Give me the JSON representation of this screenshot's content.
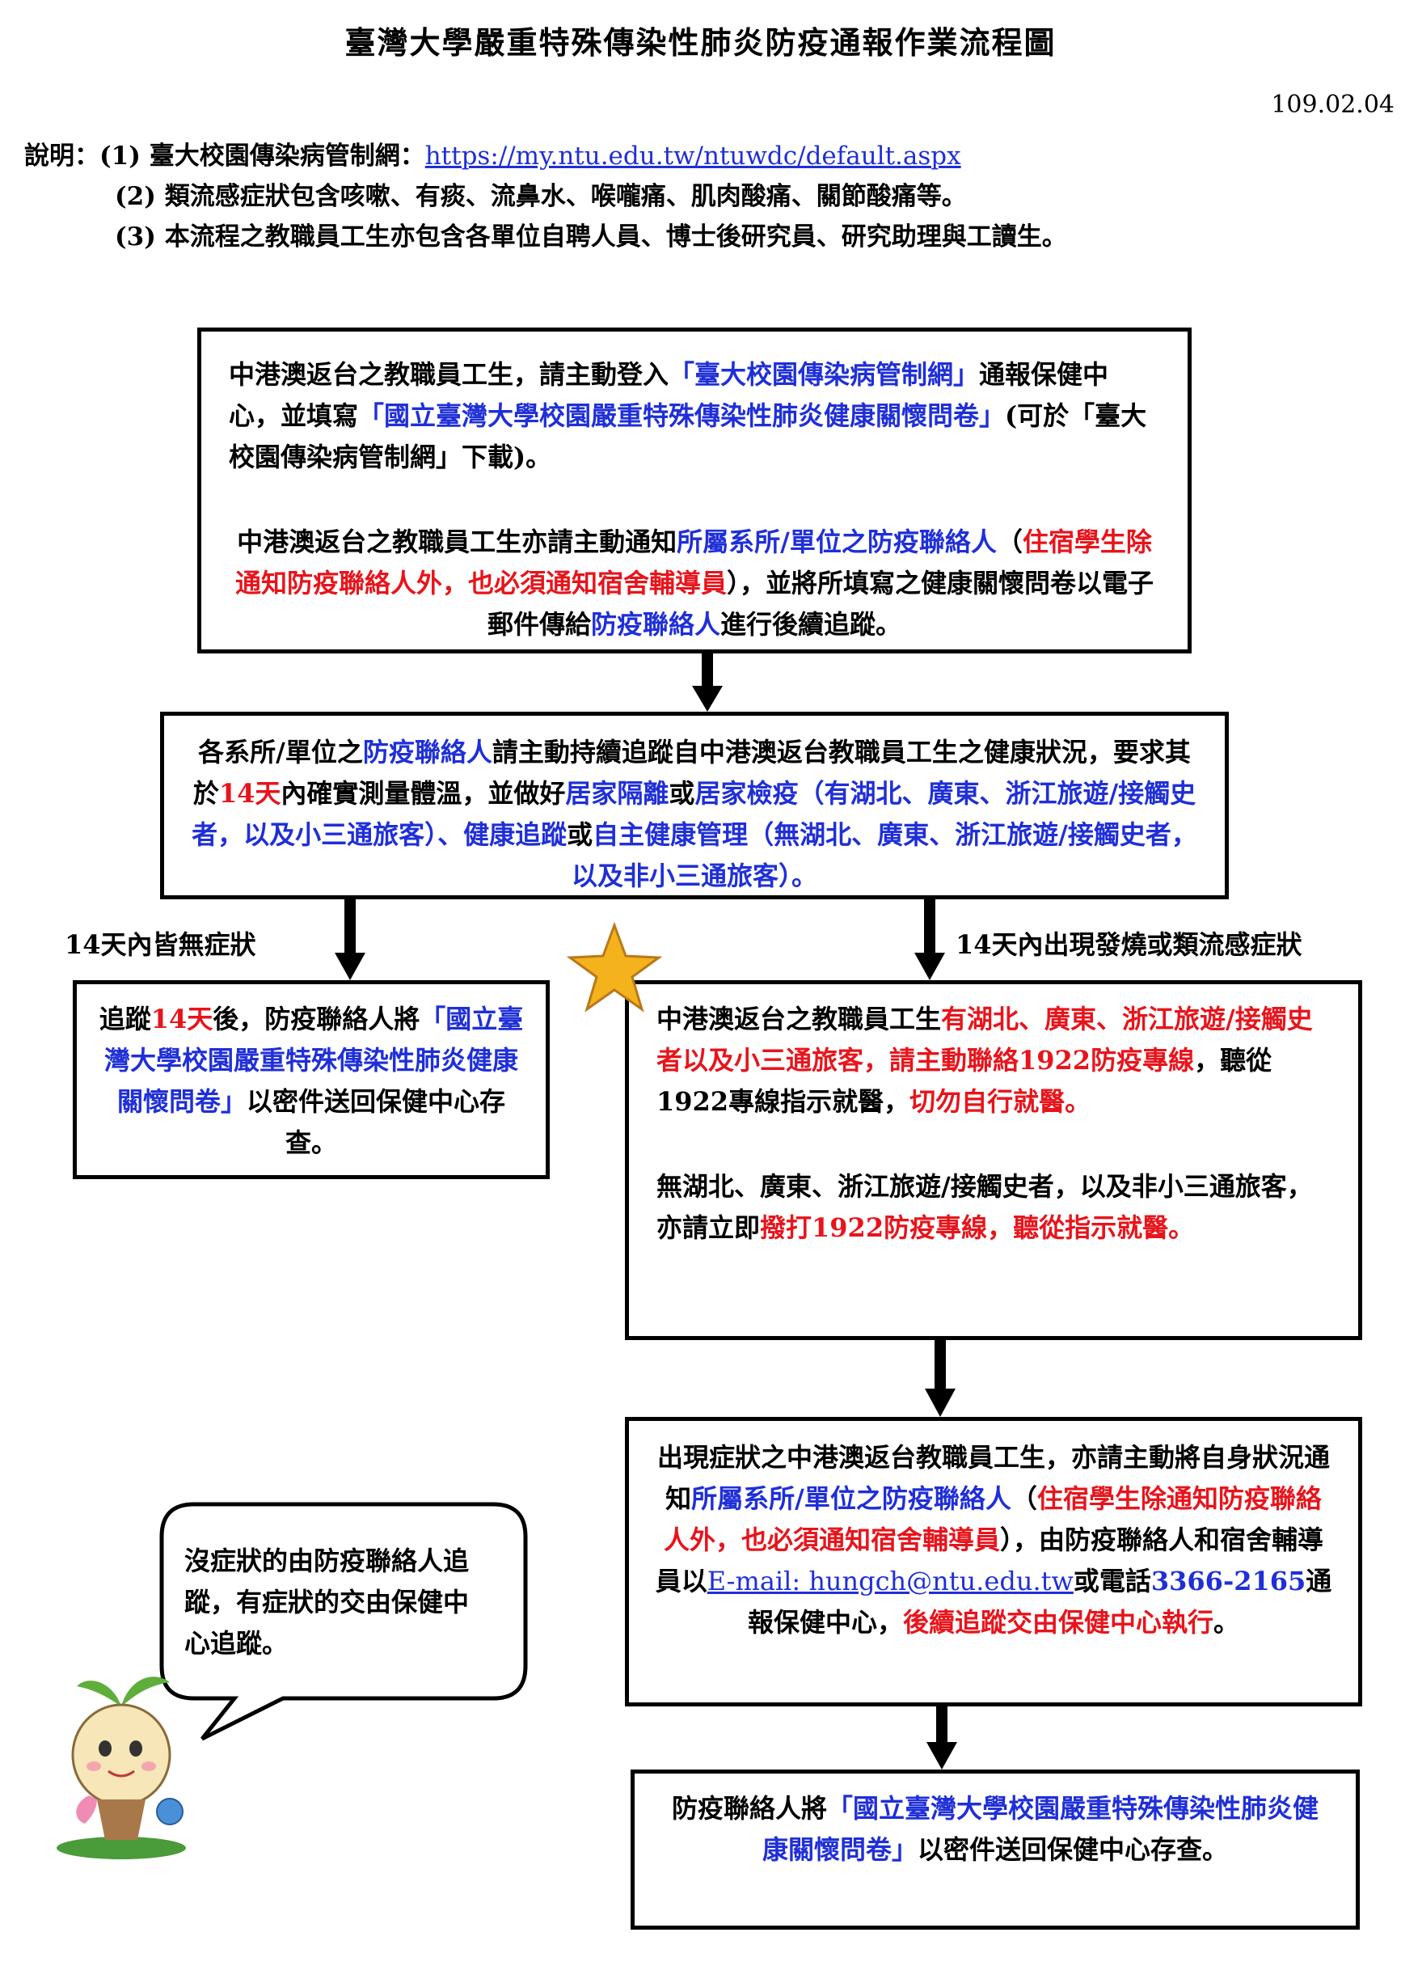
{
  "title": "臺灣大學嚴重特殊傳染性肺炎防疫通報作業流程圖",
  "date": "109.02.04",
  "notes": {
    "prefix": "說明：",
    "items": [
      {
        "num": "(1)",
        "text": "臺大校園傳染病管制網：",
        "link": "https://my.ntu.edu.tw/ntuwdc/default.aspx"
      },
      {
        "num": "(2)",
        "text": "類流感症狀包含咳嗽、有痰、流鼻水、喉嚨痛、肌肉酸痛、關節酸痛等。"
      },
      {
        "num": "(3)",
        "text": "本流程之教職員工生亦包含各單位自聘人員、博士後研究員、研究助理與工讀生。"
      }
    ]
  },
  "box1": {
    "p1": [
      "中港澳返台之教職員工生，請主動登入",
      "「臺大校園傳染病管制網」",
      "通報保健中心，並填寫",
      "「國立臺灣大學校園嚴重特殊傳染性肺炎健康關懷問卷」",
      "(可於「臺大校園傳染病管制網」下載)。"
    ],
    "p2": [
      "中港澳返台之教職員工生亦請主動通知",
      "所屬系所/單位之防疫聯絡人",
      "（",
      "住宿學生除通知防疫聯絡人外，也必須通知宿舍輔導員",
      "），並將所填寫之健康關懷問卷以電子郵件傳給",
      "防疫聯絡人",
      "進行後續追蹤。"
    ]
  },
  "box2": [
    "各系所/單位之",
    "防疫聯絡人",
    "請主動持續追蹤自中港澳返台教職員工生之健康狀況，要求其於",
    "14天",
    "內確實測量體溫，並做好",
    "居家隔離",
    "或",
    "居家檢疫",
    "（有湖北、廣東、浙江旅遊/接觸史者，以及小三通旅客）、健康追蹤",
    "或",
    "自主健康管理（無湖北、廣東、浙江旅遊/接觸史者，以及非小三通旅客）。"
  ],
  "label_left": "14天內皆無症狀",
  "label_right": "14天內出現發燒或類流感症狀",
  "box_left": [
    "追蹤",
    "14天",
    "後，防疫聯絡人將",
    "「國立臺灣大學校園嚴重特殊傳染性肺炎健康關懷問卷」",
    "以密件送回保健中心存查。"
  ],
  "box_right": {
    "p1": [
      "中港澳返台之教職員工生",
      "有湖北、廣東、浙江旅遊/接觸史者以及小三通旅客，請主動聯絡1922防疫專線",
      "，聽從1922專線指示就醫，",
      "切勿自行就醫。"
    ],
    "p2": [
      "無湖北、廣東、浙江旅遊/接觸史者，以及非小三通旅客，亦請立即",
      "撥打1922防疫專線，聽從指示就醫。"
    ]
  },
  "box3": [
    "出現症狀之中港澳返台教職員工生，亦請主動將自身狀況通知",
    "所屬系所/單位之防疫聯絡人",
    "（",
    "住宿學生除通知防疫聯絡人外，也必須通知宿舍輔導員",
    "），由防疫聯絡人和宿舍輔導員以",
    "E-mail: hungch@ntu.edu.tw",
    "或電話",
    "3366-2165",
    "通報保健中心，",
    "後續追蹤交由保健中心執行",
    "。"
  ],
  "box4": [
    "防疫聯絡人將",
    "「國立臺灣大學校園嚴重特殊傳染性肺炎健康關懷問卷」",
    "以密件送回保健中心存查。"
  ],
  "bubble": "沒症狀的由防疫聯絡人追蹤，有症狀的交由保健中心追蹤。",
  "colors": {
    "blue": "#1f2fd8",
    "red": "#e8141b",
    "star": "#f4b21c"
  }
}
